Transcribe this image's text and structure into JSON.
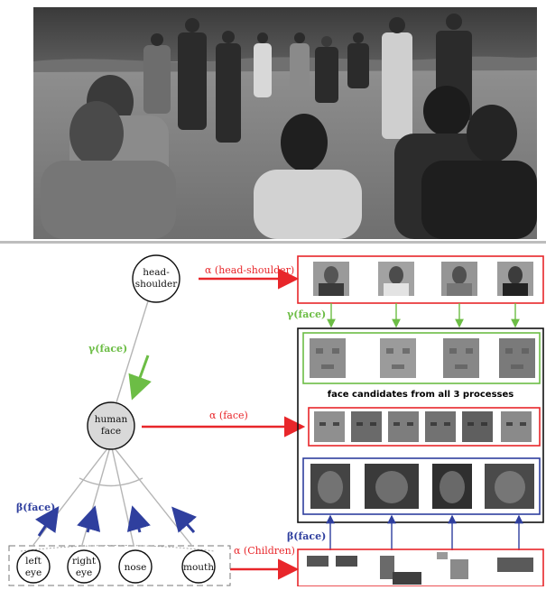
{
  "nodes": {
    "head_shoulder": [
      "head-",
      "shoulder"
    ],
    "human_face": [
      "human",
      "face"
    ],
    "left_eye": [
      "left",
      "eye"
    ],
    "right_eye": [
      "right",
      "eye"
    ],
    "nose": [
      "nose"
    ],
    "mouth": [
      "mouth"
    ]
  },
  "labels": {
    "alpha_head_shoulder": "α (head-shoulder)",
    "alpha_face": "α (face)",
    "alpha_children": "α (Children)",
    "gamma_face": "γ(face)",
    "beta_face_left": "β(face)",
    "beta_face_right": "β(face)",
    "candidates_caption": "face candidates from all 3 processes"
  },
  "colors": {
    "alpha": "#e8262a",
    "beta": "#2f3f9e",
    "gamma": "#6cbd45",
    "node_fill_face": "#d9d9d9",
    "edge": "#b5b5b5"
  },
  "thumbnails": {
    "head_shoulder_count": 4,
    "gamma_face_count": 4,
    "alpha_face_count": 6,
    "beta_face_count": 4,
    "children_parts_count": 6
  }
}
